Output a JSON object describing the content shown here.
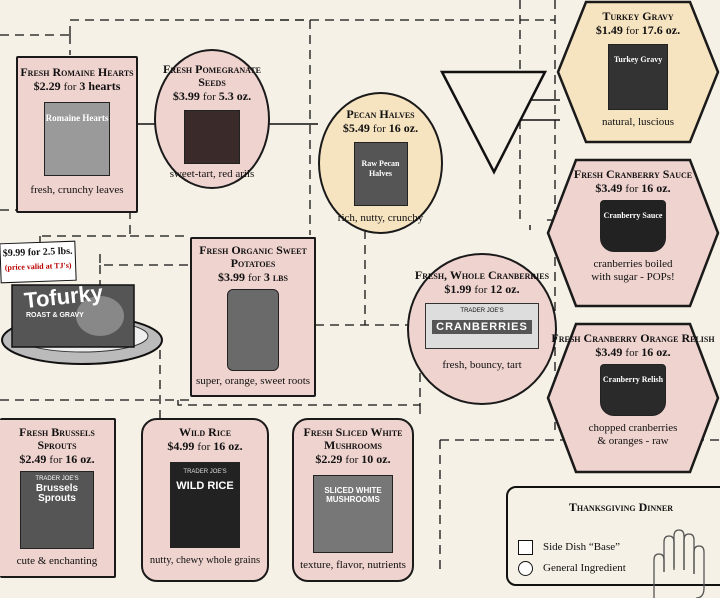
{
  "items": {
    "romaine": {
      "title": "Fresh Romaine Hearts",
      "price": "$2.29",
      "qty_word": "for",
      "qty": "3 hearts",
      "desc": "fresh, crunchy leaves",
      "pkg_label": "Romaine Hearts"
    },
    "pomegranate": {
      "title": "Fresh Pomegranate Seeds",
      "price": "$3.99",
      "qty_word": "for",
      "qty": "5.3 oz.",
      "desc": "sweet-tart, red arils"
    },
    "pecan": {
      "title": "Pecan Halves",
      "price": "$5.49",
      "qty_word": "for",
      "qty": "16 oz.",
      "desc": "rich, nutty, crunchy",
      "pkg_label": "Raw Pecan Halves"
    },
    "turkey_gravy": {
      "title": "Turkey Gravy",
      "price": "$1.49",
      "qty_word": "for",
      "qty": "17.6 oz.",
      "desc": "natural, luscious",
      "pkg_label": "Turkey Gravy"
    },
    "cran_sauce": {
      "title": "Fresh Cranberry Sauce",
      "price": "$3.49",
      "qty_word": "for",
      "qty": "16 oz.",
      "desc1": "cranberries boiled",
      "desc2": "with sugar - POPs!",
      "pkg_label": "Cranberry Sauce"
    },
    "sweet_potatoes": {
      "title": "Fresh Organic Sweet Potatoes",
      "price": "$3.99",
      "qty_word": "for",
      "qty": "3 lbs",
      "desc": "super, orange, sweet roots"
    },
    "tofurky": {
      "price_line": "$9.99 for 2.5 lbs.",
      "valid": "(price valid at TJ's)",
      "brand": "Tofurky",
      "sub": "ROAST & GRAVY"
    },
    "whole_cran": {
      "title": "Fresh, Whole Cranberries",
      "price": "$1.99",
      "qty_word": "for",
      "qty": "12 oz.",
      "desc": "fresh, bouncy, tart",
      "pkg_brand": "TRADER JOE'S",
      "pkg_label": "CRANBERRIES"
    },
    "cran_relish": {
      "title": "Fresh Cranberry Orange Relish",
      "price": "$3.49",
      "qty_word": "for",
      "qty": "16 oz.",
      "desc1": "chopped cranberries",
      "desc2": "& oranges - raw",
      "pkg_label": "Cranberry Relish"
    },
    "brussels": {
      "title": "Fresh Brussels Sprouts",
      "price": "$2.49",
      "qty_word": "for",
      "qty": "16 oz.",
      "desc": "cute & enchanting",
      "pkg_brand": "TRADER JOE'S",
      "pkg_label": "Brussels Sprouts"
    },
    "wild_rice": {
      "title": "Wild Rice",
      "price": "$4.99",
      "qty_word": "for",
      "qty": "16 oz.",
      "desc": "nutty, chewy whole grains",
      "pkg_brand": "TRADER JOE'S",
      "pkg_label": "WILD RICE"
    },
    "mushrooms": {
      "title": "Fresh Sliced White Mushrooms",
      "price": "$2.29",
      "qty_word": "for",
      "qty": "10 oz.",
      "desc": "texture, flavor, nutrients",
      "pkg_label": "SLICED WHITE MUSHROOMS"
    }
  },
  "legend": {
    "title": "Thanksgiving Dinner",
    "side_dish": "Side Dish “Base”",
    "general": "General Ingredient"
  },
  "colors": {
    "pink": "#efd3cf",
    "cream": "#f6e3c0",
    "background": "#f6f1e6",
    "ink": "#1a1a1a"
  }
}
